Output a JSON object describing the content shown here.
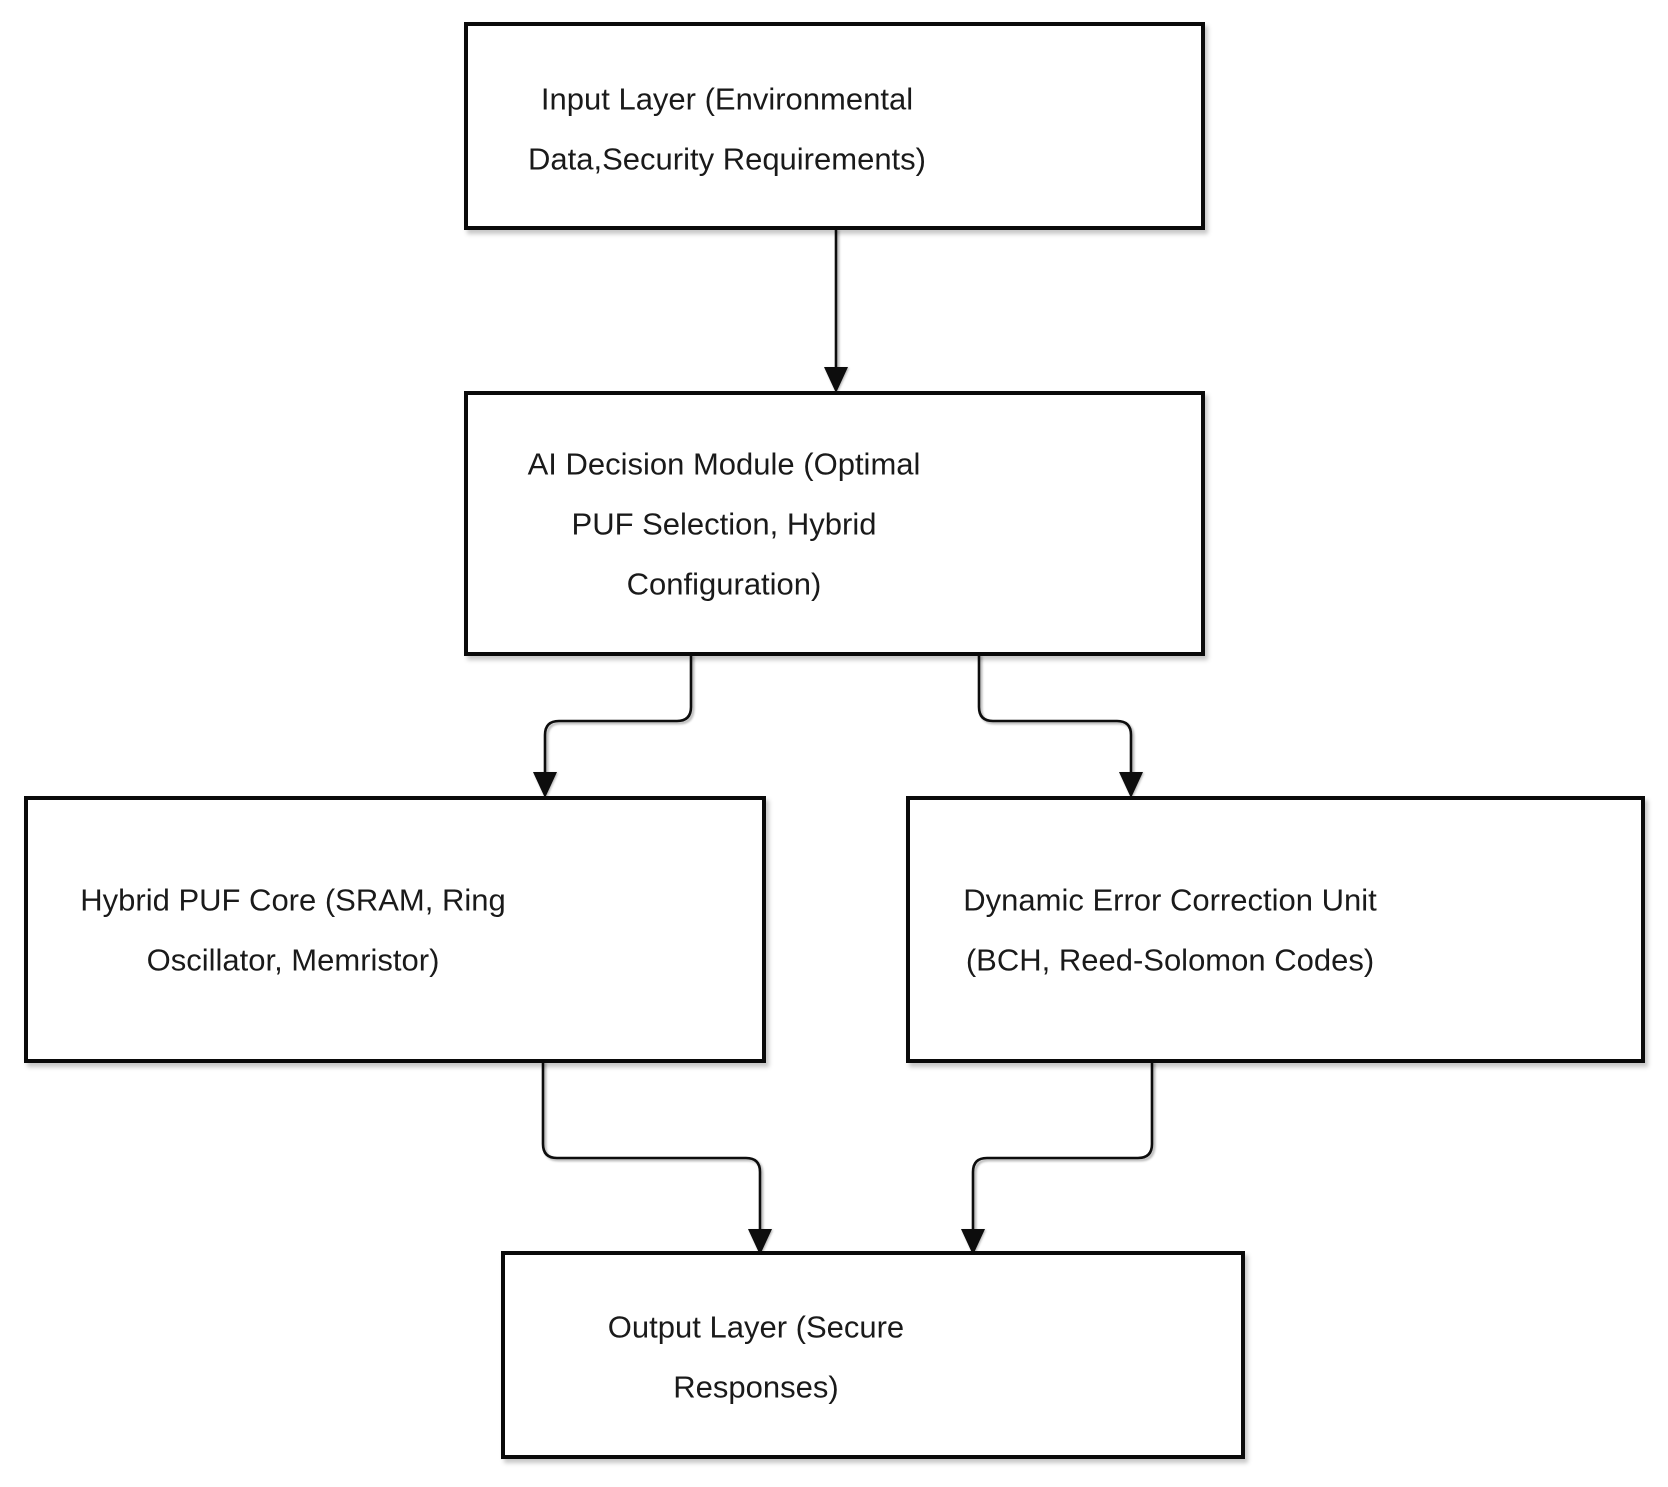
{
  "diagram": {
    "type": "flowchart",
    "nodes": [
      {
        "id": "input-layer",
        "label": "Input Layer (Environmental Data,Security Requirements)",
        "lines": [
          "Input Layer (Environmental",
          "Data,Security Requirements)"
        ]
      },
      {
        "id": "ai-decision-module",
        "label": "AI Decision Module (Optimal PUF Selection, Hybrid Configuration)",
        "lines": [
          "AI Decision Module (Optimal",
          "PUF Selection, Hybrid",
          "Configuration)"
        ]
      },
      {
        "id": "hybrid-puf-core",
        "label": "Hybrid PUF Core (SRAM, Ring Oscillator, Memristor)",
        "lines": [
          "Hybrid PUF Core (SRAM, Ring",
          "Oscillator, Memristor)"
        ]
      },
      {
        "id": "dynamic-error-correction-unit",
        "label": "Dynamic Error Correction Unit (BCH, Reed-Solomon Codes)",
        "lines": [
          "Dynamic Error Correction Unit",
          "(BCH, Reed-Solomon Codes)"
        ]
      },
      {
        "id": "output-layer",
        "label": "Output Layer (Secure Responses)",
        "lines": [
          "Output Layer (Secure",
          "Responses)"
        ]
      }
    ],
    "edges": [
      {
        "from": "input-layer",
        "to": "ai-decision-module"
      },
      {
        "from": "ai-decision-module",
        "to": "hybrid-puf-core"
      },
      {
        "from": "ai-decision-module",
        "to": "dynamic-error-correction-unit"
      },
      {
        "from": "hybrid-puf-core",
        "to": "output-layer"
      },
      {
        "from": "dynamic-error-correction-unit",
        "to": "output-layer"
      }
    ],
    "colors": {
      "background": "#ffffff",
      "box_fill": "#ffffff",
      "box_border": "#000000",
      "text": "#1a1a1a",
      "arrow": "#000000"
    }
  }
}
